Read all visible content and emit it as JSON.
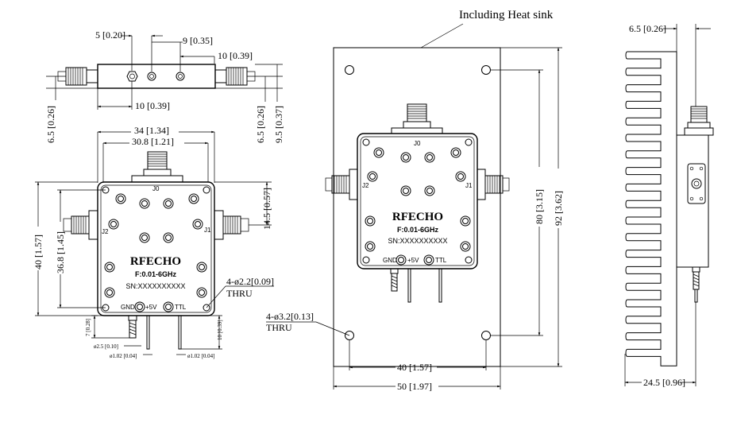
{
  "notes": {
    "heat_sink": "Including Heat sink"
  },
  "top_view": {
    "d_5": "5 [0.20]",
    "d_9": "9 [0.35]",
    "d_10a": "10 [0.39]",
    "d_10b": "10 [0.39]",
    "d_6_5_left": "6.5 [0.26]",
    "d_6_5_right": "6.5 [0.26]",
    "d_9_5": "9.5 [0.37]"
  },
  "front_view": {
    "d_34": "34 [1.34]",
    "d_30_8": "30.8 [1.21]",
    "d_40": "40 [1.57]",
    "d_36_8": "36.8 [1.45]",
    "d_14_5": "14.5 [0.57]",
    "holes": "4-ø2.2[0.09]",
    "thru": "THRU",
    "d_7": "7 [0.28]",
    "d_10": "10 [0.39]",
    "d_pin_2_5": "ø2.5 [0.10]",
    "d_pin_1_02_a": "ø1.02 [0.04]",
    "d_pin_1_02_b": "ø1.02 [0.04]",
    "j0": "J0",
    "j1": "J1",
    "j2": "J2",
    "brand": "RFECHO",
    "freq": "F:0.01-6GHz",
    "sn": "SN:XXXXXXXXXX",
    "gnd": "GND",
    "v5": "+5V",
    "ttl": "TTL"
  },
  "heatsink_view": {
    "d_80": "80 [3.15]",
    "d_92": "92 [3.62]",
    "d_40": "40 [1.57]",
    "d_50": "50 [1.97]",
    "holes": "4-ø3.2[0.13]",
    "thru": "THRU",
    "j0": "J0",
    "j1": "J1",
    "j2": "J2",
    "brand": "RFECHO",
    "freq": "F:0.01-6GHz",
    "sn": "SN:XXXXXXXXXX",
    "gnd": "GND",
    "v5": "+5V",
    "ttl": "TTL"
  },
  "side_view": {
    "d_6_5": "6.5 [0.26]",
    "d_24_5": "24.5 [0.96]"
  }
}
